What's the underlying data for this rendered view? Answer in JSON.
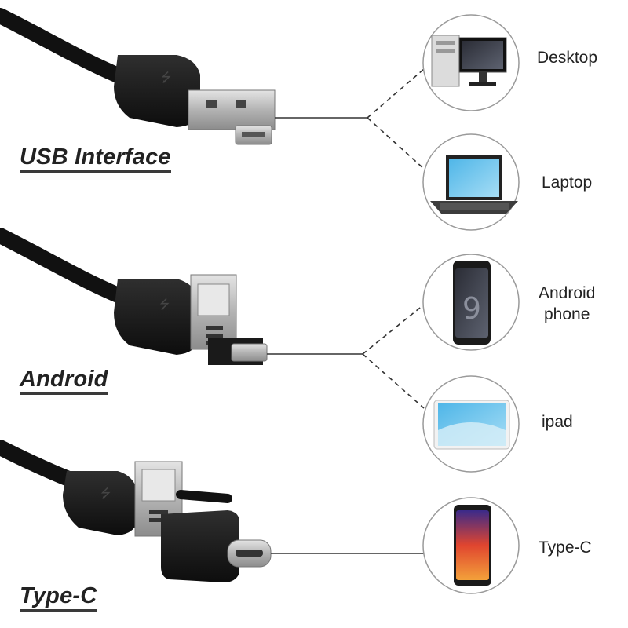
{
  "sections": {
    "usb": {
      "label": "USB Interface"
    },
    "android": {
      "label": "Android"
    },
    "typec": {
      "label": "Type-C"
    }
  },
  "devices": {
    "desktop": {
      "label": "Desktop",
      "icon": "desktop-computer-icon"
    },
    "laptop": {
      "label": "Laptop",
      "icon": "laptop-icon"
    },
    "android_phone": {
      "label_line1": "Android",
      "label_line2": "phone",
      "icon": "android-phone-icon"
    },
    "ipad": {
      "label": "ipad",
      "icon": "tablet-icon"
    },
    "typec_phone": {
      "label": "Type-C",
      "icon": "typec-phone-icon"
    }
  },
  "colors": {
    "text": "#222222",
    "cable": "#111111",
    "connector_metal": "#b9b9b9",
    "circle_border": "#9a9a9a"
  }
}
